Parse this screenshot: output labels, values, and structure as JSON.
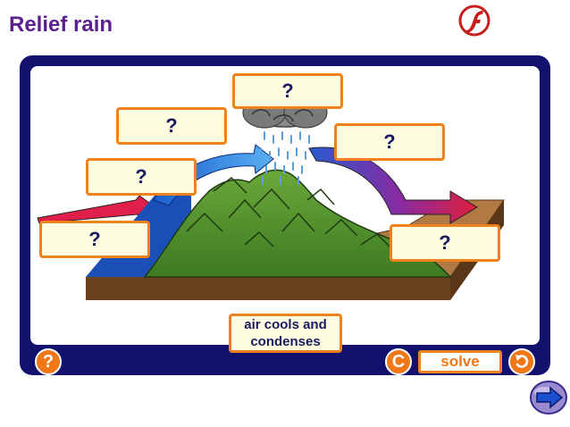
{
  "header": {
    "title": "Relief rain",
    "logo_icon": "flash-logo-icon"
  },
  "diagram": {
    "question_boxes": [
      {
        "id": "top",
        "text": "?"
      },
      {
        "id": "upper-left",
        "text": "?"
      },
      {
        "id": "right-upper",
        "text": "?"
      },
      {
        "id": "middle-left",
        "text": "?"
      },
      {
        "id": "lower-left",
        "text": "?"
      },
      {
        "id": "lower-right",
        "text": "?"
      }
    ],
    "draggable_label": {
      "line1": "air cools and",
      "line2": "condenses"
    }
  },
  "controls": {
    "help_label": "?",
    "clear_label": "C",
    "solve_label": "solve",
    "undo_icon": "undo-arrow-icon",
    "next_icon": "next-arrow-icon"
  },
  "colors": {
    "title": "#5b1f8e",
    "frame": "#12126e",
    "accent": "#f0821e",
    "box_fill": "#fffde0",
    "box_text": "#1a1a60"
  }
}
